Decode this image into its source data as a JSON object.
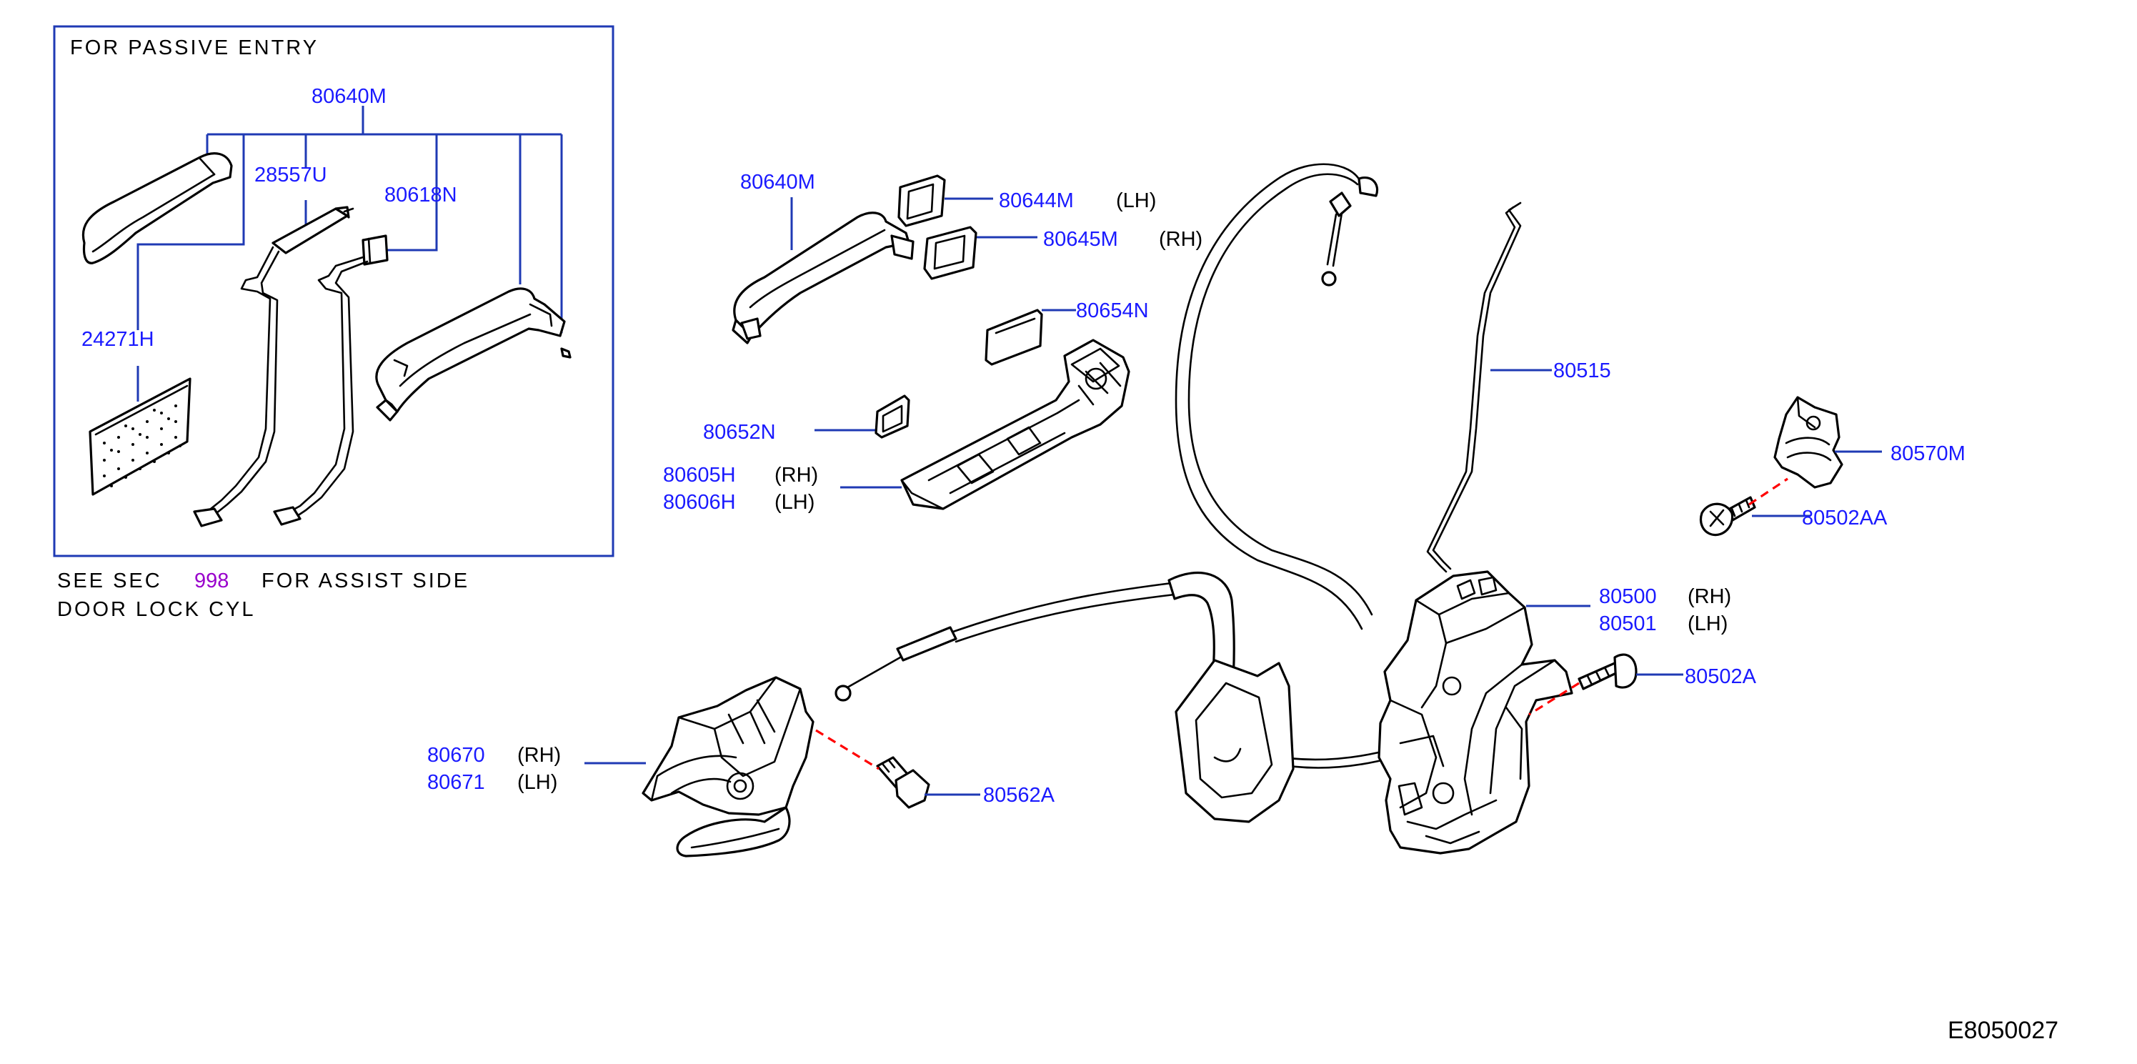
{
  "inset": {
    "title": "FOR   PASSIVE   ENTRY",
    "parts": {
      "main": "80640M",
      "sensor": "28557U",
      "switch": "80618N",
      "card": "24271H"
    }
  },
  "note": {
    "line1_prefix": "SEE   SEC",
    "section": "998",
    "line1_suffix": "FOR   ASSIST   SIDE",
    "line2": "DOOR   LOCK   CYL"
  },
  "callouts": {
    "handle_outer": "80640M",
    "cap_lh": {
      "part": "80644M",
      "side": "(LH)"
    },
    "cap_rh": {
      "part": "80645M",
      "side": "(RH)"
    },
    "gasket_front": "80654N",
    "gasket_rear": "80652N",
    "bracket": [
      {
        "part": "80605H",
        "side": "(RH)"
      },
      {
        "part": "80606H",
        "side": "(LH)"
      }
    ],
    "rod": "80515",
    "striker": "80570M",
    "striker_bolt": "80502AA",
    "lock": [
      {
        "part": "80500",
        "side": "(RH)"
      },
      {
        "part": "80501",
        "side": "(LH)"
      }
    ],
    "lock_screw": "80502A",
    "inner_handle": [
      {
        "part": "80670",
        "side": "(RH)"
      },
      {
        "part": "80671",
        "side": "(LH)"
      }
    ],
    "inner_bolt": "80562A"
  },
  "figure_id": "E8050027"
}
